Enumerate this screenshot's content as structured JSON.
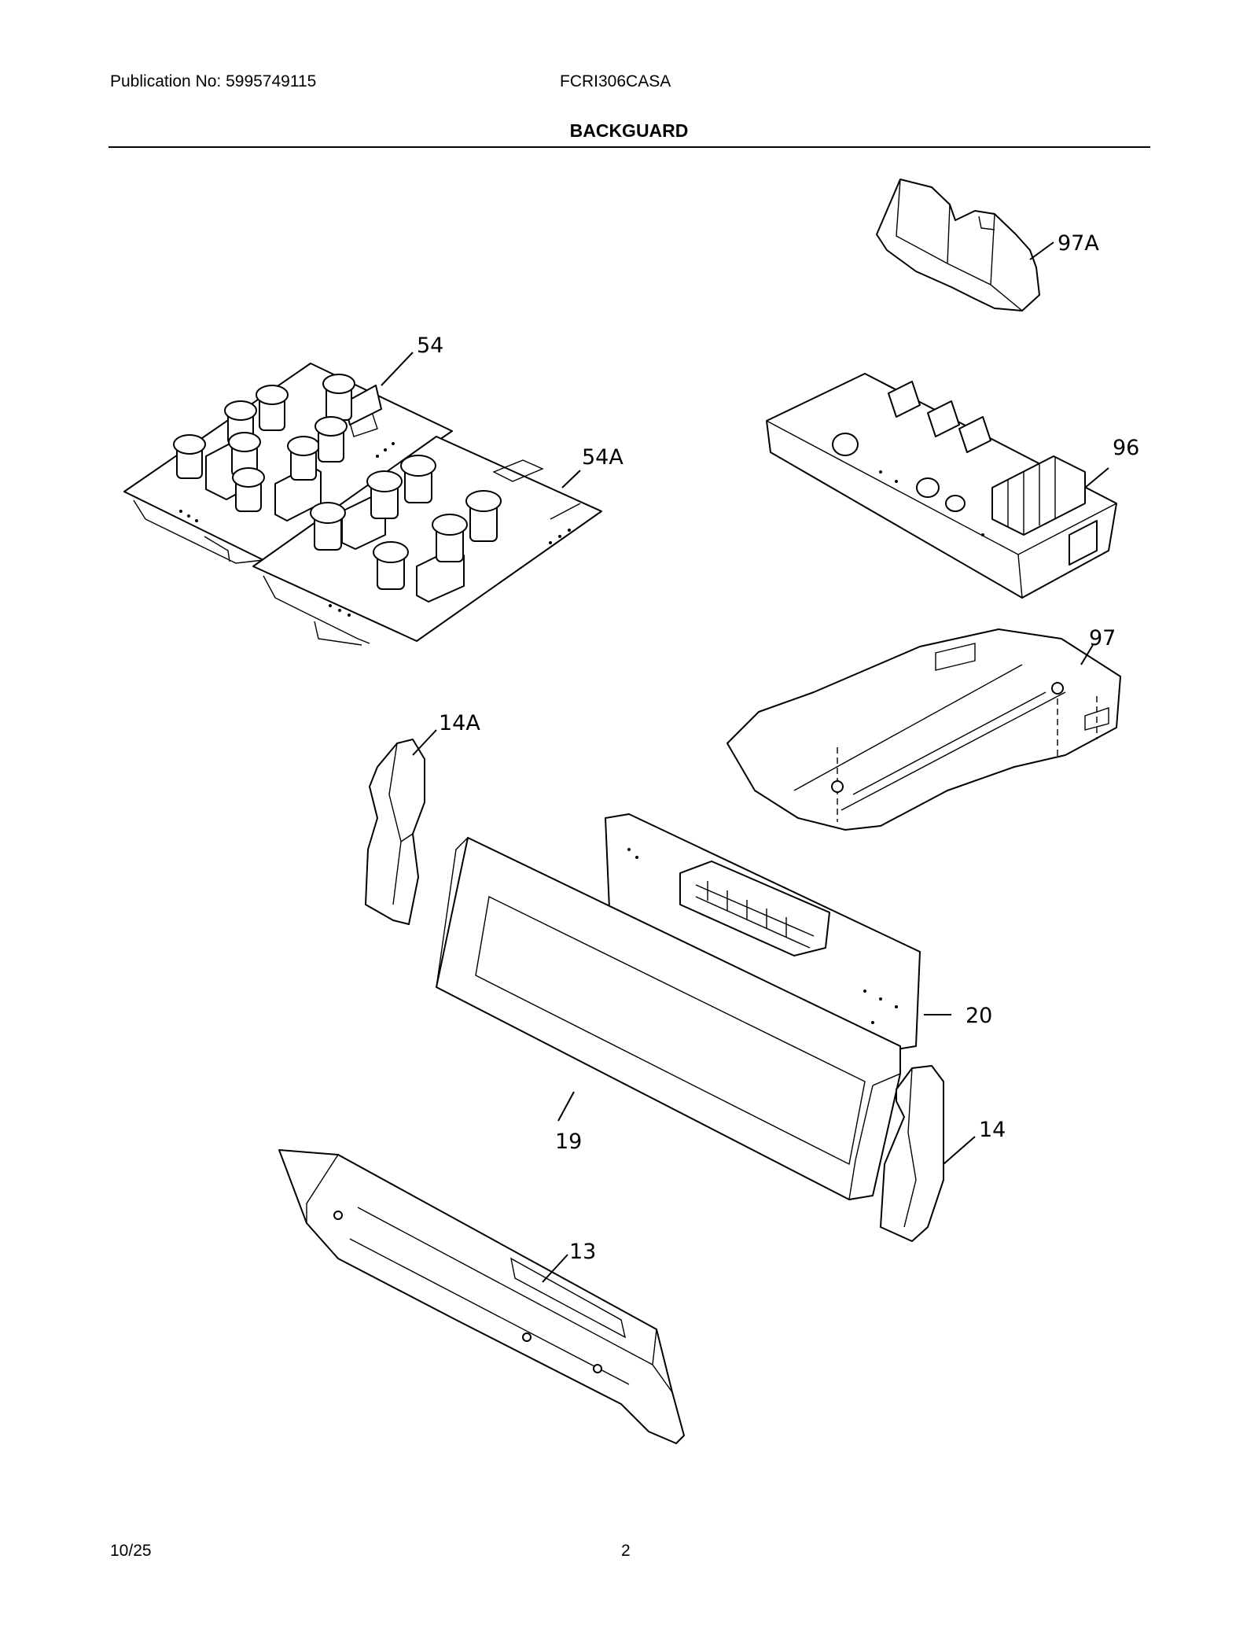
{
  "header": {
    "publication": "Publication No: 5995749115",
    "model": "FCRI306CASA",
    "section_title": "BACKGUARD"
  },
  "callouts": {
    "p97A": "97A",
    "p54": "54",
    "p54A": "54A",
    "p96": "96",
    "p97": "97",
    "p14A": "14A",
    "p20": "20",
    "p19": "19",
    "p14": "14",
    "p13": "13"
  },
  "footer": {
    "date": "10/25",
    "page": "2"
  }
}
